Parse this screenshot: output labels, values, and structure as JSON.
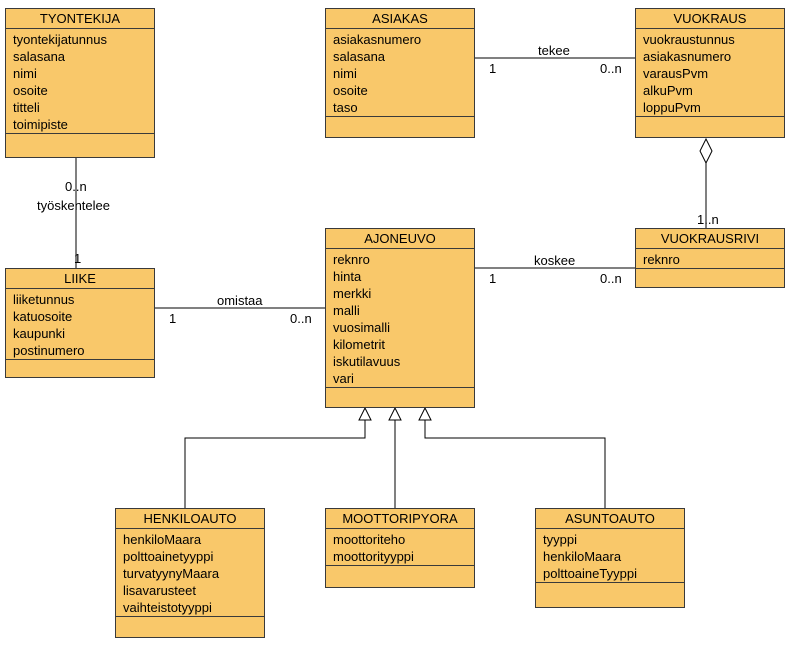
{
  "classes": {
    "tyontekija": {
      "name": "TYONTEKIJA",
      "attributes": [
        "tyontekijatunnus",
        "salasana",
        "nimi",
        "osoite",
        "titteli",
        "toimipiste"
      ]
    },
    "asiakas": {
      "name": "ASIAKAS",
      "attributes": [
        "asiakasnumero",
        "salasana",
        "nimi",
        "osoite",
        "taso"
      ]
    },
    "vuokraus": {
      "name": "VUOKRAUS",
      "attributes": [
        "vuokraustunnus",
        "asiakasnumero",
        "varausPvm",
        "alkuPvm",
        "loppuPvm"
      ]
    },
    "liike": {
      "name": "LIIKE",
      "attributes": [
        "liiketunnus",
        "katuosoite",
        "kaupunki",
        "postinumero"
      ]
    },
    "ajoneuvo": {
      "name": "AJONEUVO",
      "attributes": [
        "reknro",
        "hinta",
        "merkki",
        "malli",
        "vuosimalli",
        "kilometrit",
        "iskutilavuus",
        "vari"
      ]
    },
    "vuokrausrivi": {
      "name": "VUOKRAUSRIVI",
      "attributes": [
        "reknro"
      ]
    },
    "henkiloauto": {
      "name": "HENKILOAUTO",
      "attributes": [
        "henkiloMaara",
        "polttoainetyyppi",
        "turvatyynyMaara",
        "lisavarusteet",
        "vaihteistotyyppi"
      ]
    },
    "moottoripyora": {
      "name": "MOOTTORIPYORA",
      "attributes": [
        "moottoriteho",
        "moottorityyppi"
      ]
    },
    "asuntoauto": {
      "name": "ASUNTOAUTO",
      "attributes": [
        "tyyppi",
        "henkiloMaara",
        "polttoaineTyyppi"
      ]
    }
  },
  "associations": {
    "tekee": {
      "name": "tekee",
      "from_mult": "1",
      "to_mult": "0..n"
    },
    "tyoskentelee": {
      "name": "työskentelee",
      "from_mult": "0..n",
      "to_mult": "1"
    },
    "omistaa": {
      "name": "omistaa",
      "from_mult": "1",
      "to_mult": "0..n"
    },
    "koskee": {
      "name": "koskee",
      "from_mult": "1",
      "to_mult": "0..n"
    },
    "aggregation": {
      "whole_mult": "",
      "part_mult": "1..n"
    }
  }
}
